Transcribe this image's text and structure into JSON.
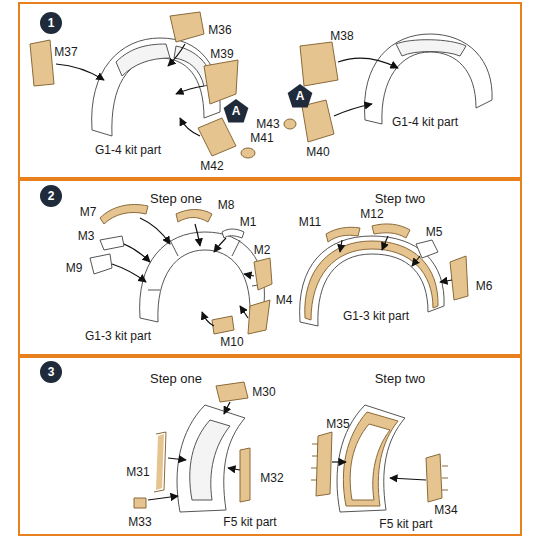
{
  "diagram": {
    "nodes": [
      {
        "text": [
          "1"
        ]
      },
      {
        "text": [
          "A"
        ]
      },
      {
        "text": [
          "A"
        ]
      },
      {
        "text": [
          "2"
        ]
      },
      {
        "text": [
          "3"
        ]
      }
    ],
    "labels": [
      "M36",
      "M37",
      "M39",
      "G1-4 kit part",
      "M42",
      "M41",
      "M38",
      "M43",
      "M40",
      "G1-4 kit part",
      "Step one",
      "Step two",
      "M7",
      "M8",
      "M1",
      "M3",
      "M9",
      "M2",
      "M4",
      "G1-3 kit part",
      "M10",
      "M11",
      "M12",
      "M5",
      "M6",
      "G1-3 kit part",
      "Step one",
      "Step two",
      "M30",
      "M31",
      "M32",
      "M33",
      "F5 kit part",
      "M35",
      "M34",
      "F5 kit part"
    ]
  }
}
